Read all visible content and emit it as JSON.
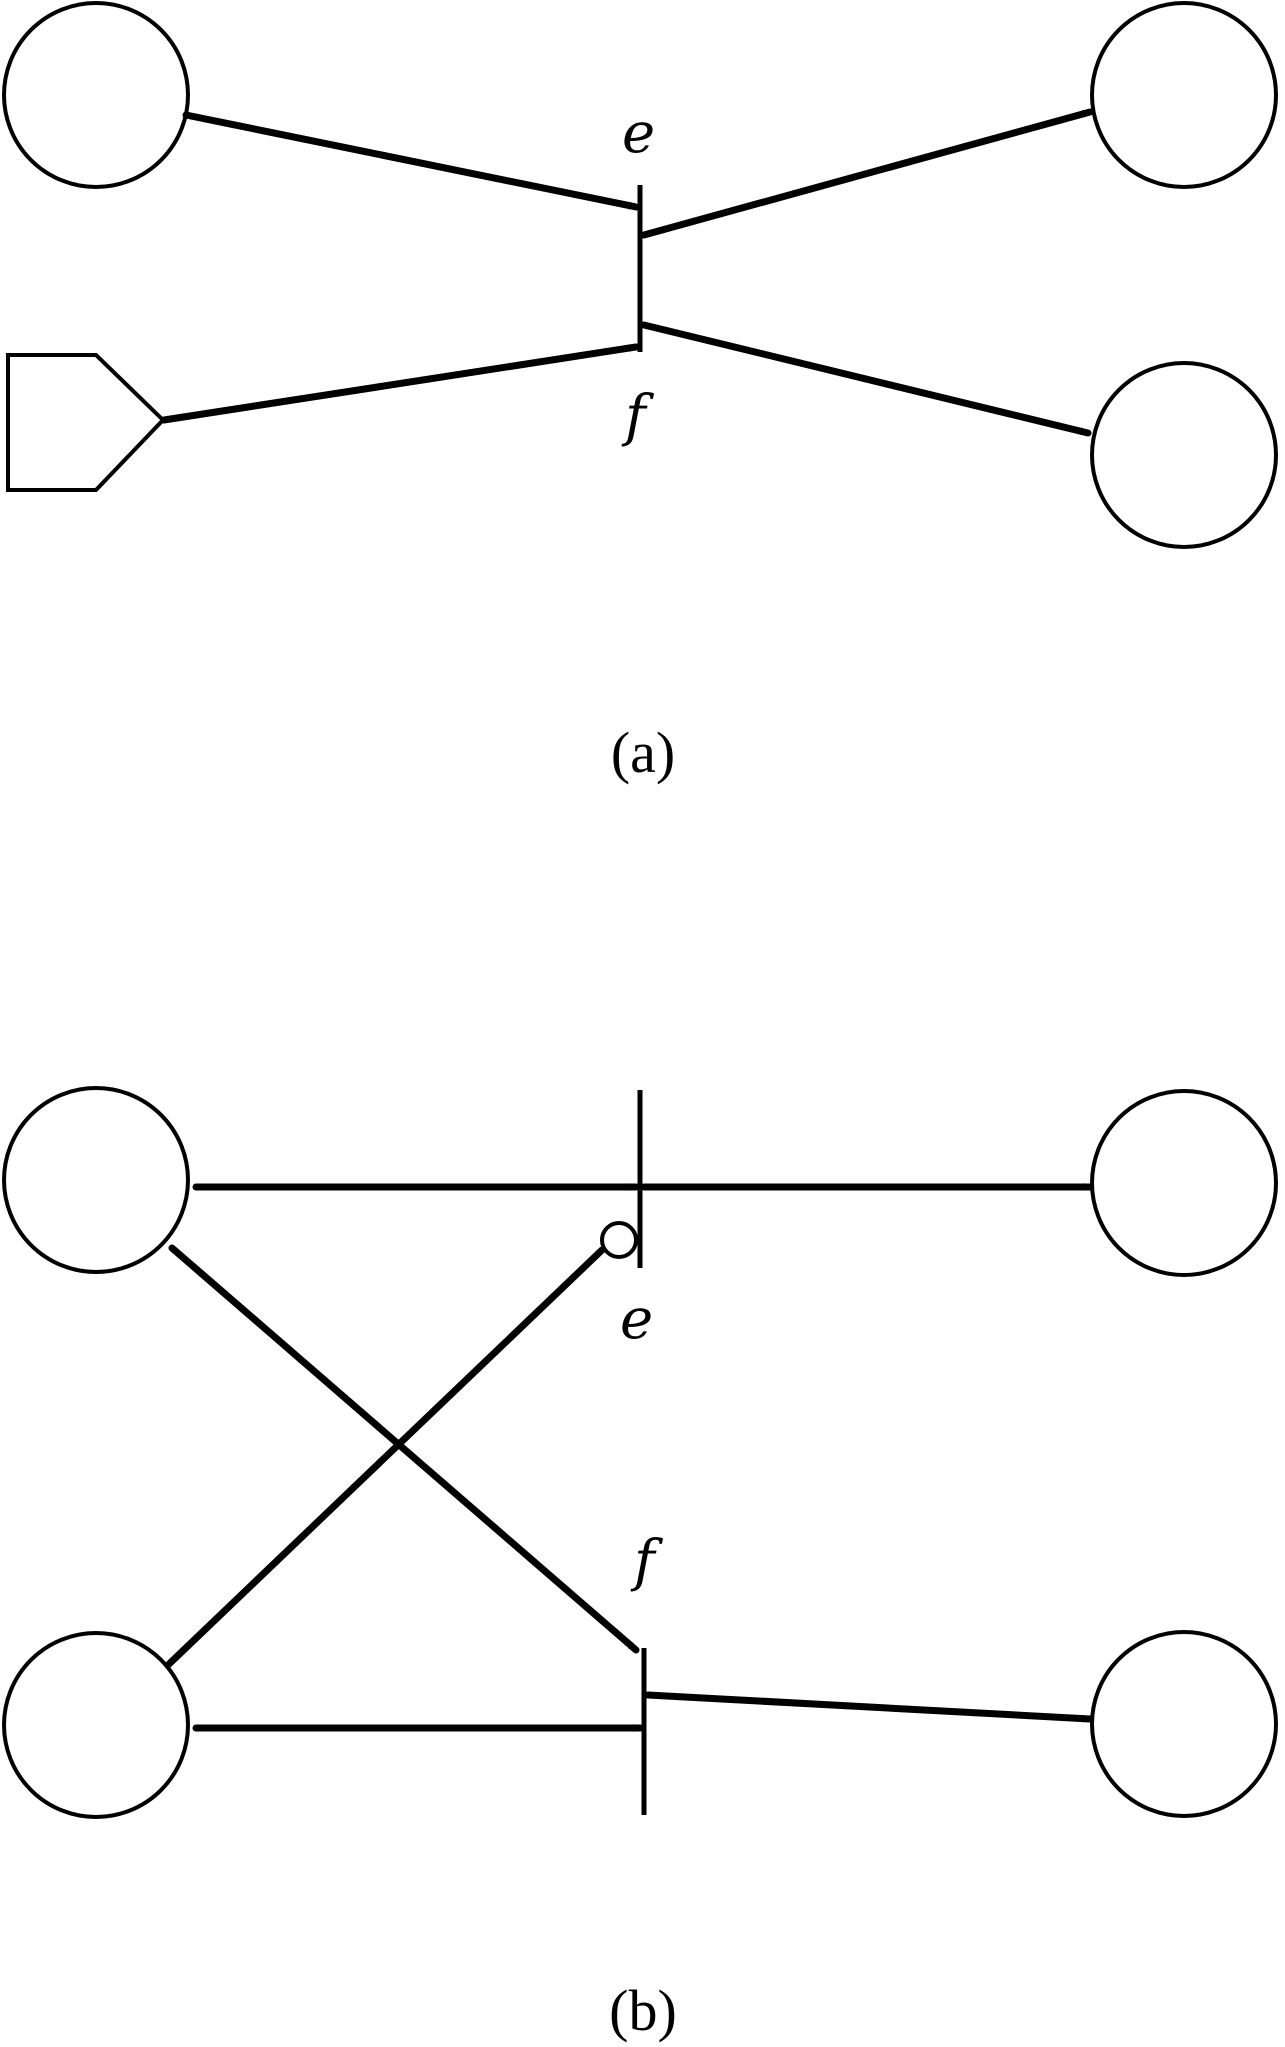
{
  "diagram_a": {
    "caption": "(a)",
    "transition_labels": {
      "upper": "e",
      "lower": "f"
    }
  },
  "diagram_b": {
    "caption": "(b)",
    "transition_labels": {
      "upper": "e",
      "lower": "f"
    }
  }
}
